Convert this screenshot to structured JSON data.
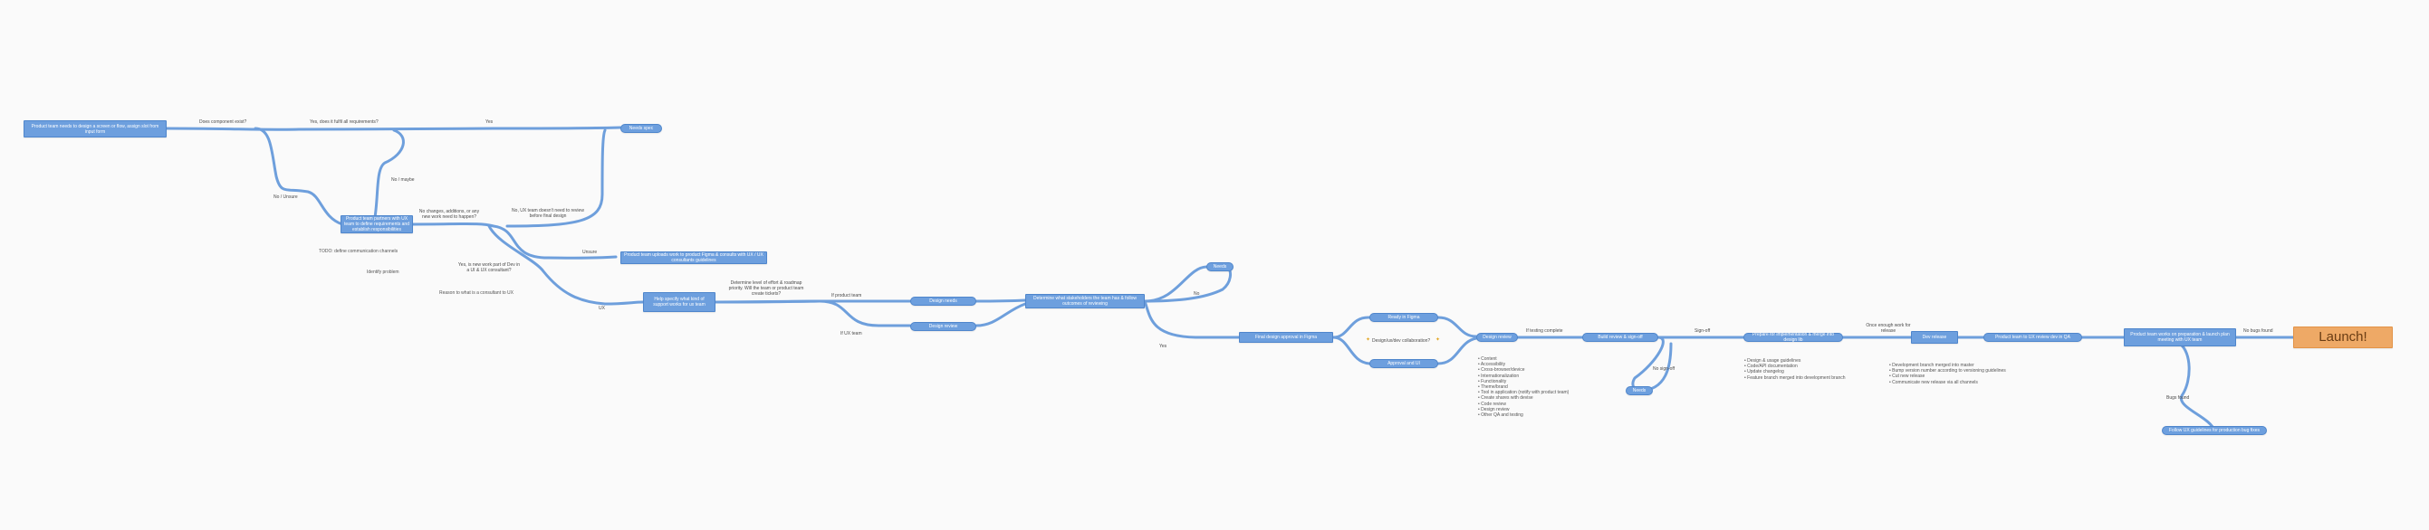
{
  "nodes": {
    "start": "Product team needs to design a screen or flow, assign slot from input form",
    "needs_spec": "Needs spec",
    "product_team_partner": "Product team partners with UX team to define requirements and establish responsibilities",
    "prod_figma_upload": "Product team uploads work to product Figma & consults with UX / UX consultants guidelines",
    "help_ux_team": "Help specify what kind of support works for ux team",
    "ux_design_needs": "Design needs",
    "ux_design_review": "Design review",
    "determine": "Determine what stakeholders the team has & follow outcomes of reviewing",
    "needs_small": "Needs",
    "figma_approval": "Final design approval in Figma",
    "ready_figma": "Ready in Figma",
    "approval_ui": "Approval and UI",
    "design_review_2": "Design review",
    "build_review": "Build review & sign-off",
    "needs_2": "Needs",
    "prepare_merge": "Prepare for implementation & merge into design lib",
    "dev_release": "Dev release",
    "stakeholder_review": "Product team to UX review dev in QA",
    "prep_next": "Product team works on preparation & launch plan meeting with UX team",
    "launch": "Launch!",
    "fix_bugs": "Follow UX guidelines for production bug fixes"
  },
  "edges": {
    "does_component_exist": "Does component exist?",
    "yes_fulfil": "Yes, does it fulfil all requirements?",
    "yes_top": "Yes",
    "no_maybe": "No / maybe",
    "no_unsure": "No / Unsure",
    "no_changes": "No changes, additions, or any new work need to happen?",
    "no_ux_team": "No, UX team doesn't need to review before final design",
    "unsure": "Unsure",
    "yes_ux_small": "Yes, is new work part of Dev in a UI & UX consultant?",
    "ux_label": "UX",
    "determine_level": "Determine level of effort & roadmap priority. Will the team or product team create tickets?",
    "if_product_team": "If product team",
    "if_ux_team": "If UX team",
    "yes_right": "Yes",
    "no_right": "No",
    "if_testing_complete": "If testing complete",
    "sign_off": "Sign-off",
    "no_sign_off": "No sign-off",
    "once_enough": "Once enough work for release",
    "no_bugs_found": "No bugs found",
    "bugs_found": "Bugs found"
  },
  "notes": {
    "todo": "TODO: define communication channels",
    "identify": "Identify problem",
    "explore": "Reason to what is a consultant to UX"
  },
  "emoji_labels": {
    "design_collab": "Design/ux/dev collaboration?"
  },
  "lists": {
    "review": [
      "Content",
      "Accessibility",
      "Cross-browser/device",
      "Internationalization",
      "Functionality",
      "Theme/brand",
      "Tool in application (notify with product team)",
      "Create shares with devise",
      "Code review",
      "Design review",
      "Other QA and testing"
    ],
    "merge": [
      "Design & usage guidelines",
      "Code/API documentation",
      "Update changelog",
      "Feature branch merged into development branch"
    ],
    "release": [
      "Development branch merged into master",
      "Bump version number according to versioning guidelines",
      "Cut new release",
      "Communicate new release via all channels"
    ]
  }
}
